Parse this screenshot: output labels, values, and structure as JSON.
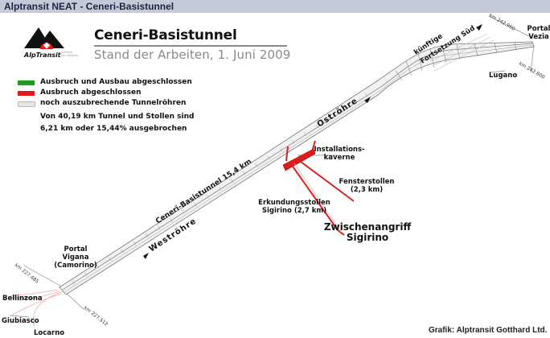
{
  "window": {
    "title": "Alptransit  NEAT - Ceneri-Basistunnel"
  },
  "header": {
    "logo_text": "AlpTransit",
    "logo_subtext": [
      "Gotthard",
      "San Gottardo"
    ],
    "title": "Ceneri-Basistunnel",
    "subtitle": "Stand der Arbeiten, 1. Juni 2009"
  },
  "legend": {
    "items": [
      {
        "label": "Ausbruch und Ausbau abgeschlossen",
        "color": "#1e9a1e"
      },
      {
        "label": "Ausbruch abgeschlossen",
        "color": "#e01b1b"
      },
      {
        "label": "noch auszubrechende Tunnelröhren",
        "color": "#e6e6e6"
      }
    ],
    "note_lines": [
      "Von 40,19 km Tunnel und Stollen sind",
      "6,21 km oder 15,44% ausgebrochen"
    ]
  },
  "progress": {
    "total_km": 40.19,
    "excavated_km": 6.21,
    "percent": 15.44
  },
  "map": {
    "tunnel_label": "Ceneri-Basistunnel 15,4 km",
    "east_tube": "Oströhre",
    "west_tube": "Weströhre",
    "future_extension": [
      "künftige",
      "Fortsetzung Süd"
    ],
    "portal_north": [
      "Portal",
      "Vigana",
      "(Camorino)"
    ],
    "portal_south": [
      "Portal",
      "Vezia"
    ],
    "km_north_a": "km 227.485",
    "km_north_b": "km 227.512",
    "km_south_a": "km 242.960",
    "km_south_b": "km 242.800",
    "places": [
      "Bellinzona",
      "Giubiasco",
      "Locarno",
      "Lugano"
    ],
    "installation_cavern": [
      "Installations-",
      "kaverne"
    ],
    "access_tunnel": [
      "Fensterstollen",
      "(2,3 km)"
    ],
    "exploratory_tunnel": [
      "Erkundungsstollen",
      "Sigirino (2,7 km)"
    ],
    "intermediate_access": [
      "Zwischenangriff",
      "Sigirino"
    ]
  },
  "credit": "Grafik: Alptransit Gotthard Ltd."
}
